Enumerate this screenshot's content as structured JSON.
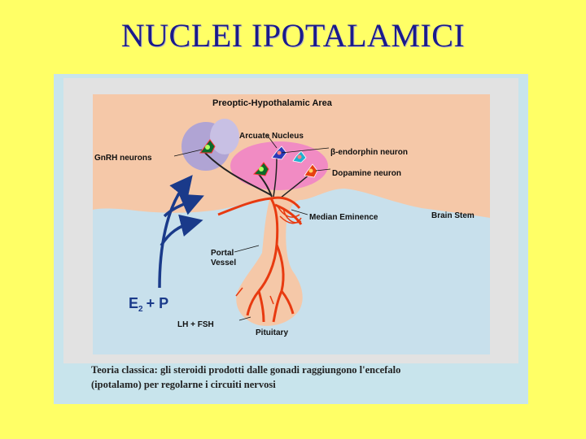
{
  "slide": {
    "title": "NUCLEI IPOTALAMICI"
  },
  "diagram": {
    "labels": {
      "area": "Preoptic-Hypothalamic Area",
      "arcuate": "Arcuate Nucleus",
      "gnrh": "GnRH neurons",
      "endorphin": "β-endorphin neuron",
      "dopamine": "Dopamine neuron",
      "median_eminence": "Median Eminence",
      "brain_stem": "Brain Stem",
      "portal_vessel_1": "Portal",
      "portal_vessel_2": "Vessel",
      "e2p_main": "E",
      "e2p_sub": "2",
      "e2p_rest": "+ P",
      "lh_fsh": "LH + FSH",
      "pituitary": "Pituitary"
    },
    "colors": {
      "brain_tissue": "#f5c8a8",
      "csf_region": "#c8e0ec",
      "vessel": "#e83a10",
      "hormone_arrow": "#1a3a8a",
      "arcuate_nucleus": "#f080c8",
      "gnrh_region": "#b0a4d4"
    }
  },
  "caption": {
    "line1": "Teoria classica: gli steroidi prodotti dalle gonadi raggiungono l'encefalo",
    "line2": "(ipotalamo) per regolarne i circuiti nervosi"
  }
}
